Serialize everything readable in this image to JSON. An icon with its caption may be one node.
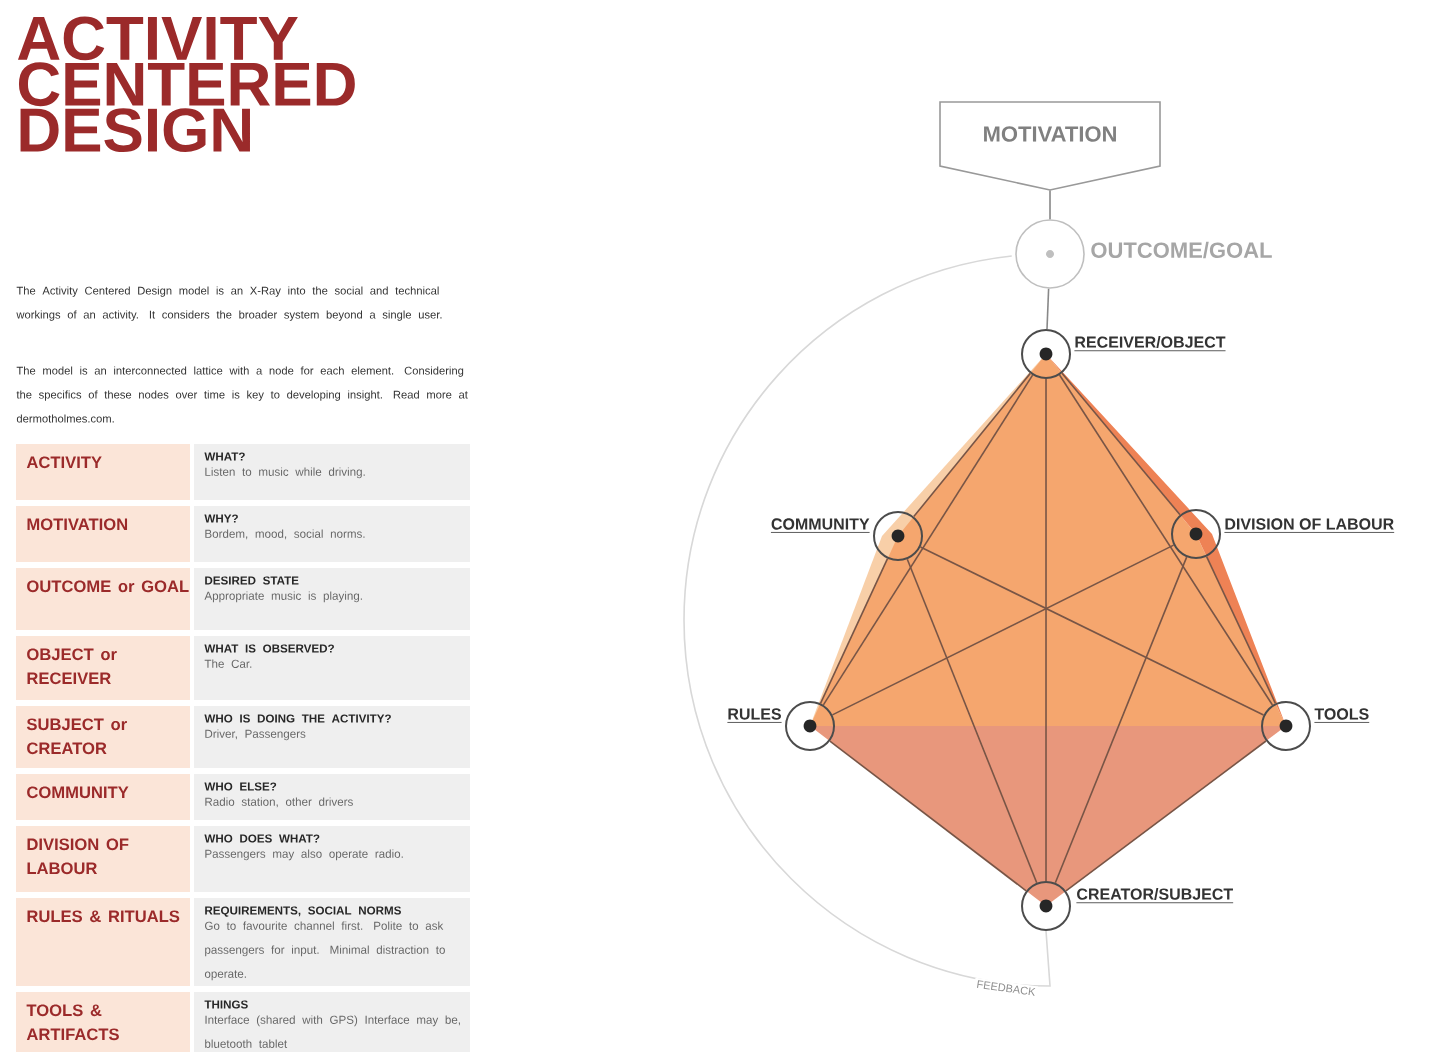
{
  "diagram": {
    "title": "ACTIVITY CENTERED DESIGN",
    "nodes": [
      {
        "text": [
          "MOTIVATION"
        ]
      },
      {
        "text": [],
        "shape": "circle",
        "beside": [
          "OUTCOME/GOAL"
        ]
      },
      {
        "text": [],
        "shape": "circle",
        "beside": [
          "RECEIVER/OBJECT"
        ]
      },
      {
        "text": [],
        "shape": "circle",
        "beside": [
          "COMMUNITY"
        ]
      },
      {
        "text": [],
        "shape": "circle",
        "beside": [
          "DIVISION OF LABOUR"
        ]
      },
      {
        "text": [],
        "shape": "circle",
        "beside": [
          "RULES"
        ]
      },
      {
        "text": [],
        "shape": "circle",
        "beside": [
          "TOOLS"
        ]
      },
      {
        "text": [],
        "shape": "circle",
        "beside": [
          "CREATOR/SUBJECT"
        ]
      }
    ],
    "edges": [
      {
        "from": 0,
        "to": 1,
        "arrow": "none",
        "color": "#888888"
      },
      {
        "from": 1,
        "to": 2,
        "arrow": "none",
        "color": "#888888"
      },
      {
        "from": 2,
        "to": 3,
        "arrow": "none"
      },
      {
        "from": 2,
        "to": 4,
        "arrow": "none"
      },
      {
        "from": 2,
        "to": 5,
        "arrow": "none"
      },
      {
        "from": 2,
        "to": 6,
        "arrow": "none"
      },
      {
        "from": 2,
        "to": 7,
        "arrow": "none"
      },
      {
        "from": 3,
        "to": 5,
        "arrow": "none"
      },
      {
        "from": 3,
        "to": 6,
        "arrow": "none"
      },
      {
        "from": 3,
        "to": 7,
        "arrow": "none"
      },
      {
        "from": 4,
        "to": 5,
        "arrow": "none"
      },
      {
        "from": 4,
        "to": 6,
        "arrow": "none"
      },
      {
        "from": 4,
        "to": 7,
        "arrow": "none"
      },
      {
        "from": 5,
        "to": 7,
        "arrow": "none"
      },
      {
        "from": 6,
        "to": 7,
        "arrow": "none"
      },
      {
        "from": 7,
        "to": 1,
        "arrow": "none",
        "label": "FEEDBACK",
        "color": "#d8d8d8"
      }
    ],
    "labels": [
      "The Activity Centered Design model is an X-Ray into the social and technical workings of an activity. It considers the broader system beyond a single user.",
      "The model is an interconnected lattice with a node for each element. Considering the specifics of these nodes over time is key to developing insight. Read more at dermotholmes.com.",
      "ACTIVITY",
      "WHAT?",
      "Listen to music while driving.",
      "MOTIVATION",
      "WHY?",
      "Bordem, mood, social norms.",
      "OUTCOME or GOAL",
      "DESIRED STATE",
      "Appropriate music is playing.",
      "OBJECT or RECEIVER",
      "WHAT IS OBSERVED?",
      "The Car.",
      "SUBJECT or CREATOR",
      "WHO IS DOING THE ACTIVITY?",
      "Driver, Passengers",
      "COMMUNITY",
      "WHO ELSE?",
      "Radio station, other drivers",
      "DIVISION OF LABOUR",
      "WHO DOES WHAT?",
      "Passengers may also operate radio.",
      "RULES & RITUALS",
      "REQUIREMENTS, SOCIAL NORMS",
      "Go to favourite channel first. Polite to ask passengers for input. Minimal distraction to operate.",
      "TOOLS & ARTIFACTS",
      "THINGS",
      "Interface (shared with GPS) Interface may be, bluetooth tablet"
    ]
  }
}
